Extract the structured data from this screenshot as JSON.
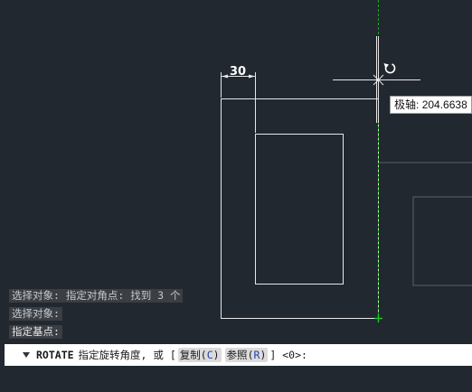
{
  "drawing": {
    "dimension_value": "30",
    "polar_tooltip_label": "极轴:",
    "polar_tooltip_value": "204.6638"
  },
  "command_history": [
    "选择对象: 指定对角点: 找到 3 个",
    "选择对象:",
    "指定基点:"
  ],
  "command_line": {
    "expand_icon": "triangle-down-icon",
    "command": "ROTATE",
    "prompt": "指定旋转角度, 或 [",
    "options": [
      {
        "name": "复制",
        "key": "C"
      },
      {
        "name": "参照",
        "key": "R"
      }
    ],
    "suffix": "] <0>:"
  },
  "colors": {
    "background": "#212830",
    "geometry": "#e6e6e6",
    "polar_tracking": "#21a121",
    "preview": "#5b6168"
  }
}
